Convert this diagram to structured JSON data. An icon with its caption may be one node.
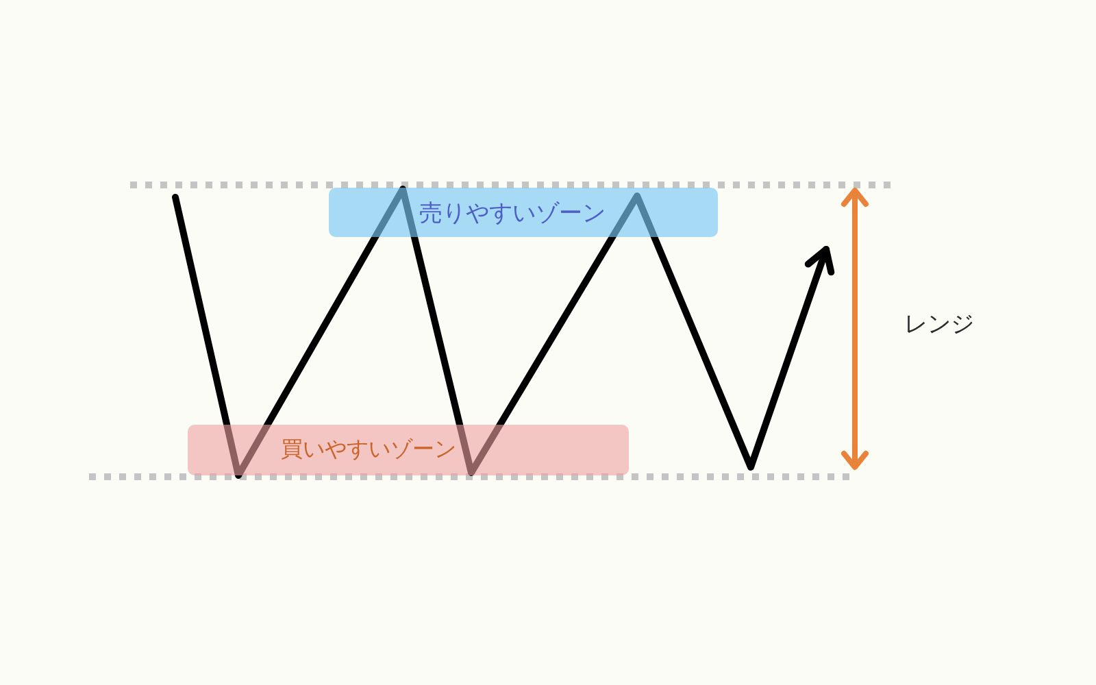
{
  "diagram": {
    "nodes": [
      {
        "text": [
          "売りやすいゾーン"
        ]
      },
      {
        "text": [
          "買いやすいゾーン"
        ]
      }
    ],
    "labels": [
      "レンジ"
    ]
  }
}
